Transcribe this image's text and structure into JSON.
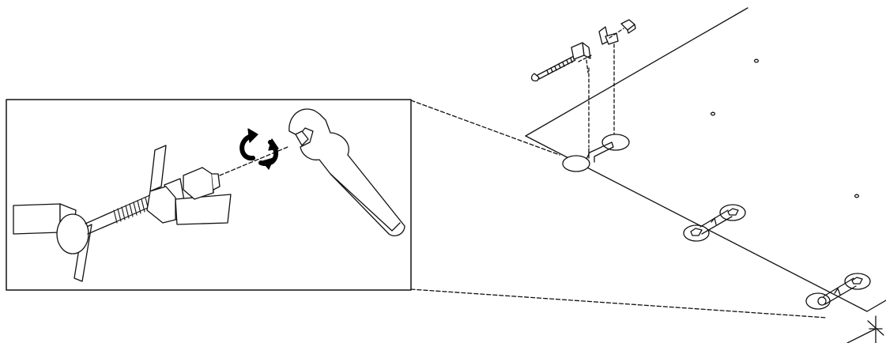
{
  "diagram": {
    "type": "assembly-instruction-illustration",
    "colors": {
      "stroke": "#111111",
      "fill": "#ffffff",
      "thread_fill": "#333333",
      "arrow_fill": "#000000"
    },
    "icons": [
      "carriage-bolt-icon",
      "mounting-bracket-icon",
      "nut-icon",
      "wrench-icon",
      "rotate-arrow-icon",
      "worktop-hole-icon"
    ],
    "hole_count": 6,
    "connector_count": 3
  }
}
